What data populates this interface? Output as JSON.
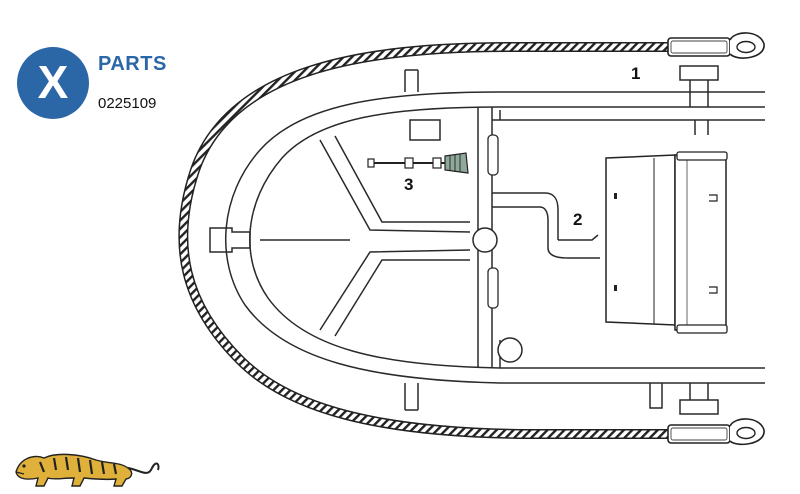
{
  "header": {
    "badge_letter": "X",
    "title": "PARTS",
    "part_number": "0225109"
  },
  "callouts": [
    "1",
    "2",
    "3"
  ],
  "colors": {
    "brand_blue": "#2b66a6",
    "line": "#2a2a2a",
    "logo_yellow": "#e0b13a"
  },
  "logo": {
    "icon": "tiger-icon"
  }
}
